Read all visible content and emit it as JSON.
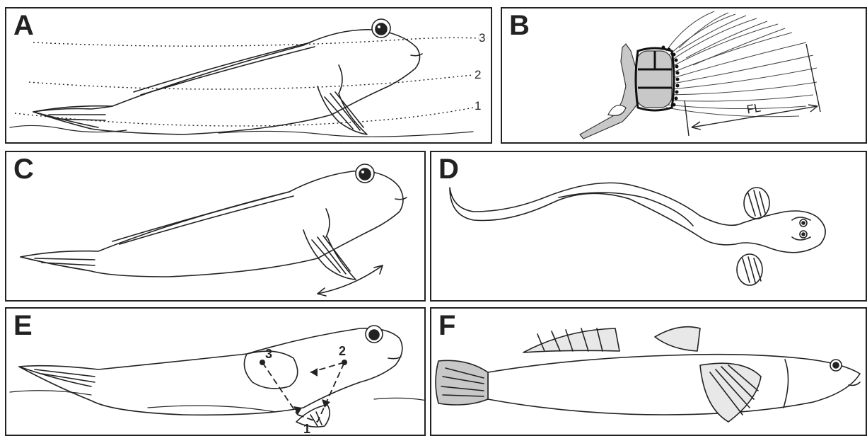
{
  "panels": {
    "a": {
      "label": "A",
      "lines": [
        "3",
        "2",
        "1"
      ]
    },
    "b": {
      "label": "B",
      "measure": "FL"
    },
    "c": {
      "label": "C"
    },
    "d": {
      "label": "D"
    },
    "e": {
      "label": "E",
      "points": [
        "3",
        "2",
        "1"
      ]
    },
    "f": {
      "label": "F"
    }
  },
  "colors": {
    "line": "#222222",
    "fin_fill": "#c8c8c8",
    "background": "#ffffff"
  }
}
